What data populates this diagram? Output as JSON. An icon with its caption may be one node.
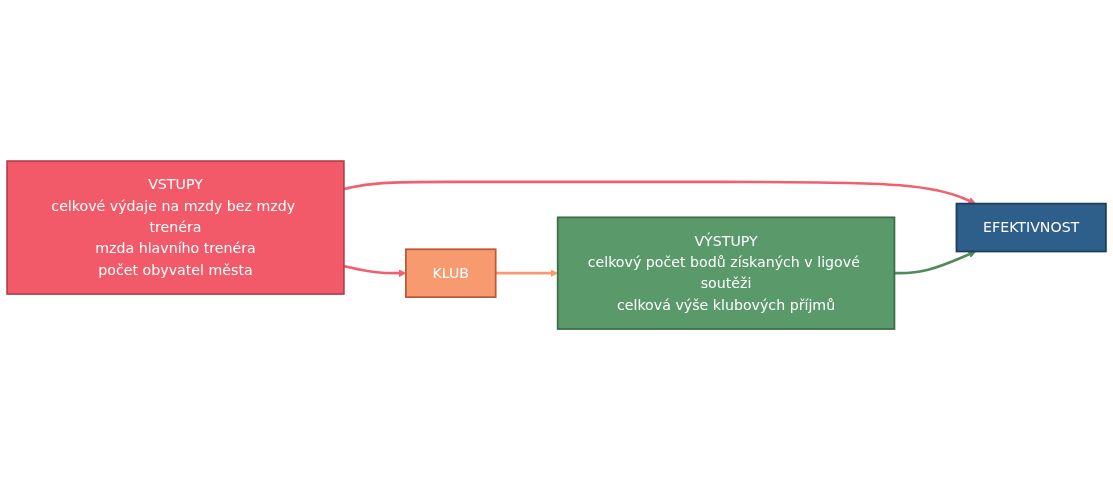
{
  "diagram": {
    "nodes": [
      {
        "text": [
          "EFEKTIVNOST"
        ]
      },
      {
        "text": [
          "VSTUPY",
          "celkové výdaje na mzdy bez mzdy trenéra",
          "mzda hlavního trenéra",
          "počet obyvatel města"
        ]
      },
      {
        "text": [
          "KLUB"
        ]
      },
      {
        "text": [
          "VÝSTUPY",
          "celkový počet bodů získaných v ligové soutěži",
          "celková výše klubových příjmů"
        ]
      }
    ],
    "edges": [
      {
        "from": 1,
        "to": 0,
        "arrow": "to",
        "color": "#f0606e"
      },
      {
        "from": 3,
        "to": 0,
        "arrow": "to",
        "color": "#4e8a5d"
      },
      {
        "from": 1,
        "to": 2,
        "arrow": "to",
        "color": "#f0606e"
      },
      {
        "from": 2,
        "to": 3,
        "arrow": "to",
        "color": "#f79a70"
      }
    ]
  }
}
